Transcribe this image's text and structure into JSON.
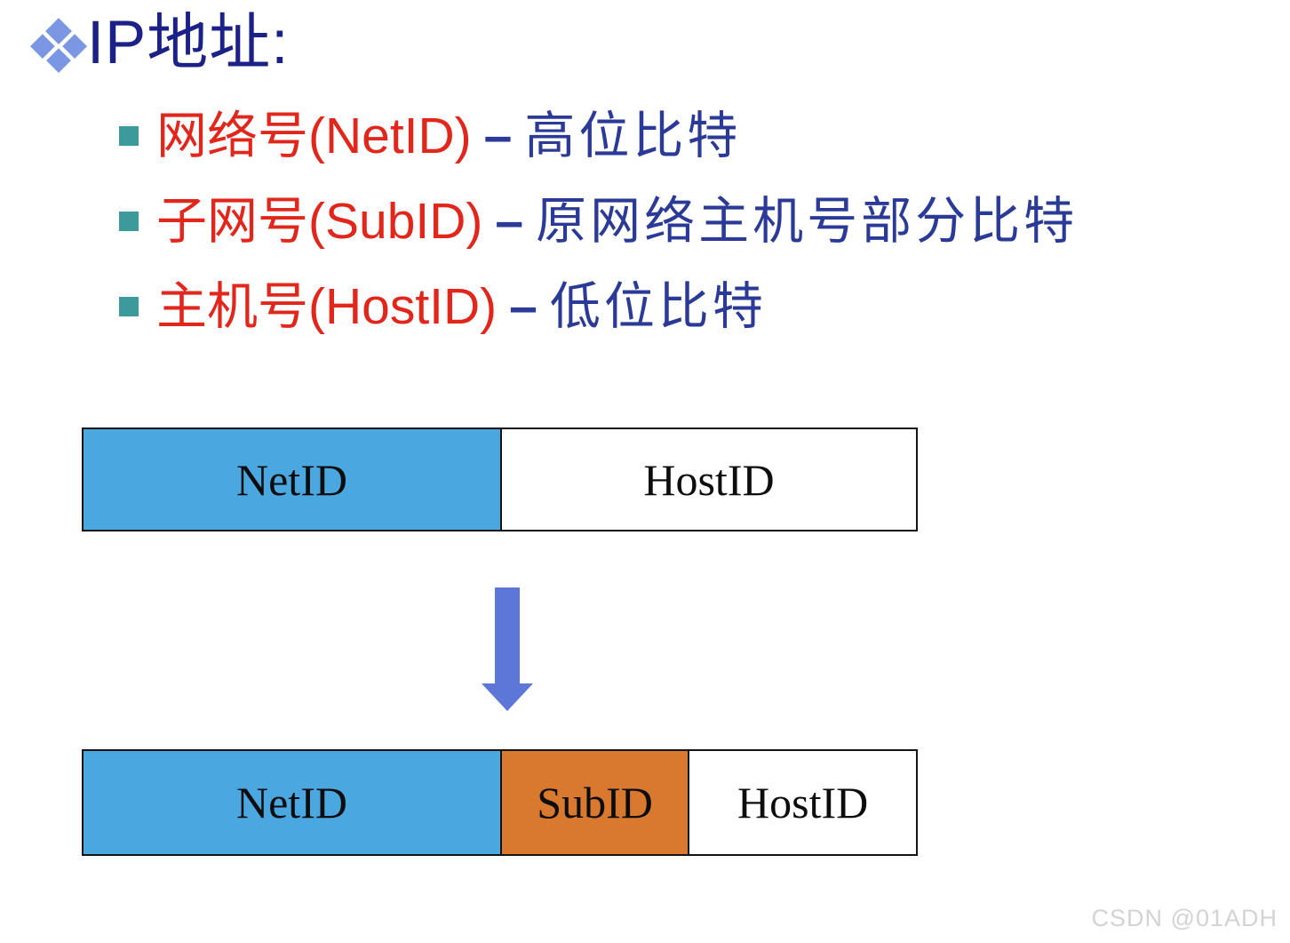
{
  "title": {
    "text": "IP地址:"
  },
  "bullets": [
    {
      "term": "网络号(NetID)",
      "sep": "–",
      "desc": "高位比特"
    },
    {
      "term": "子网号(SubID)",
      "sep": "–",
      "desc": "原网络主机号部分比特"
    },
    {
      "term": "主机号(HostID)",
      "sep": "–",
      "desc": "低位比特"
    }
  ],
  "diagram": {
    "before_bar": {
      "segments": [
        {
          "label": "NetID",
          "fill": "#4AA7E0"
        },
        {
          "label": "HostID",
          "fill": "#FFFFFF"
        }
      ]
    },
    "arrow": {
      "direction": "down",
      "color": "#5C77D8"
    },
    "after_bar": {
      "segments": [
        {
          "label": "NetID",
          "fill": "#4AA7E0"
        },
        {
          "label": "SubID",
          "fill": "#D9782F"
        },
        {
          "label": "HostID",
          "fill": "#FFFFFF"
        }
      ]
    }
  },
  "watermark": "CSDN @01ADH",
  "colors": {
    "title_text": "#1C2187",
    "term_red": "#E1261C",
    "desc_blue": "#2A3A96",
    "bullet_square_teal": "#3D9A9B",
    "title_diamond_blue": "#7B97E4",
    "bar_border": "#141414",
    "arrow_blue": "#5C77D8",
    "watermark_gray": "#D3D3D3"
  }
}
